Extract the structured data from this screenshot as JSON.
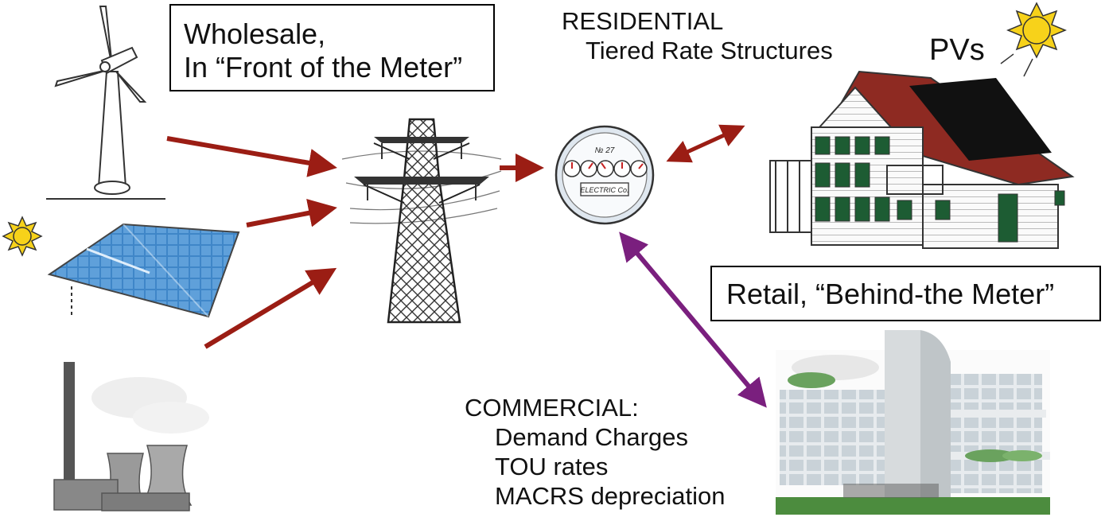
{
  "wholesale_box": {
    "line1": "Wholesale,",
    "line2": "In “Front of the Meter”"
  },
  "retail_box": {
    "text": "Retail, “Behind-the Meter”"
  },
  "residential": {
    "heading": "RESIDENTIAL",
    "item": "Tiered Rate Structures"
  },
  "pv_label": "PVs",
  "commercial": {
    "heading": "COMMERCIAL:",
    "items": [
      "Demand Charges",
      "TOU rates",
      "MACRS depreciation"
    ]
  },
  "meter_text": {
    "top": "№ 27",
    "brand": "ELECTRIC Co."
  },
  "icons": [
    "wind-turbine-icon",
    "solar-panel-icon",
    "sun-icon",
    "power-plant-icon",
    "transmission-tower-icon",
    "electric-meter-icon",
    "house-icon",
    "commercial-building-icon"
  ],
  "colors": {
    "arrow_red": "#9b1d14",
    "arrow_purple": "#7a1f7e",
    "sun_yellow": "#f7d21a",
    "panel_blue": "#3f86c8",
    "roof_red": "#8e2a22"
  }
}
